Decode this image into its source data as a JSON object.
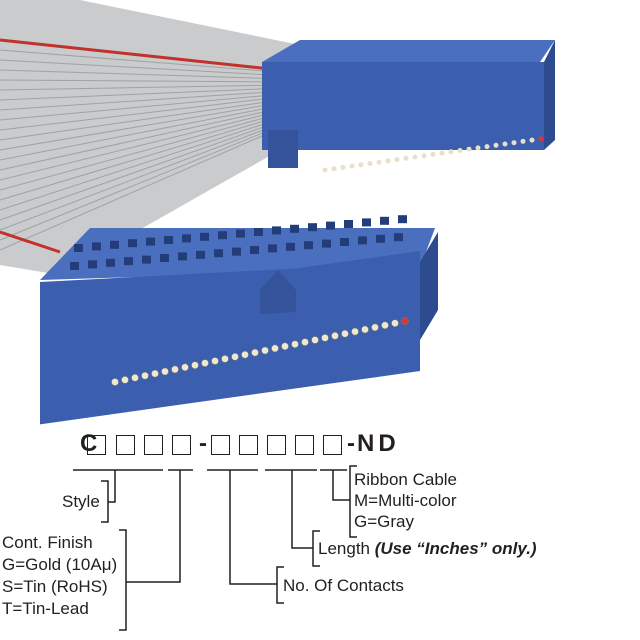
{
  "part_number": {
    "prefix": "C",
    "dash1": "-",
    "dash2": "-",
    "suffix": "ND"
  },
  "labels": {
    "style": "Style",
    "cont_finish": [
      "Cont. Finish",
      "G=Gold (10Aμ)",
      "S=Tin (RoHS)",
      "T=Tin-Lead"
    ],
    "contacts": "No. Of Contacts",
    "length": "Length",
    "length_note": "(Use “Inches” only.)",
    "ribbon": [
      "Ribbon Cable",
      "M=Multi-color",
      "G=Gray"
    ]
  },
  "colors": {
    "connector": "#3b5fae",
    "cable": "#c9cbcc",
    "stripe": "#c0322b"
  }
}
